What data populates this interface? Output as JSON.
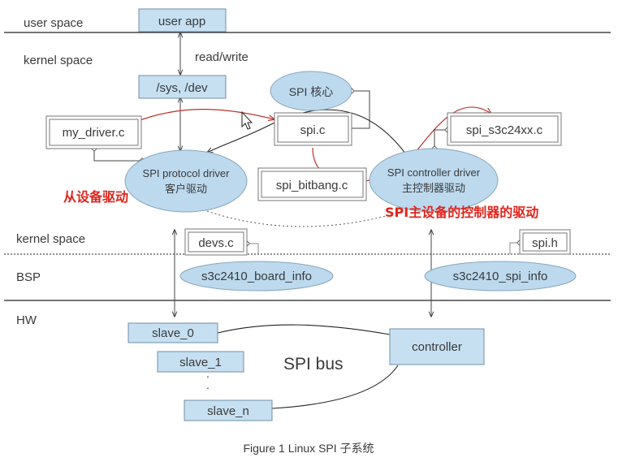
{
  "layers": {
    "user_space": "user space",
    "kernel_space_top": "kernel space",
    "kernel_space_bottom": "kernel space",
    "bsp": "BSP",
    "hw": "HW"
  },
  "nodes": {
    "user_app": "user app",
    "sys_dev": "/sys, /dev",
    "spi_core": "SPI  核心",
    "my_driver": "my_driver.c",
    "spi_c": "spi.c",
    "spi_s3c24xx": "spi_s3c24xx.c",
    "protocol_driver_line1": "SPI protocol driver",
    "protocol_driver_line2": "客户驱动",
    "spi_bitbang": "spi_bitbang.c",
    "controller_driver_line1": "SPI controller driver",
    "controller_driver_line2": "主控制器驱动",
    "devs_c": "devs.c",
    "spi_h": "spi.h",
    "board_info": "s3c2410_board_info",
    "spi_info": "s3c2410_spi_info",
    "slave_0": "slave_0",
    "slave_1": "slave_1",
    "slave_dots": "·\n·",
    "slave_n": "slave_n",
    "controller": "controller",
    "spi_bus": "SPI  bus"
  },
  "annotations": {
    "read_write": "read/write",
    "slave_driver_note": "从设备驱动",
    "master_driver_note": "SPI主设备的控制器的驱动"
  },
  "caption": "Figure 1  Linux SPI  子系统",
  "colors": {
    "box_fill": "#c6e0f2",
    "box_border": "#6f8fa6",
    "ellipse_fill": "#bcd9ee",
    "text": "#3a3a3a",
    "annotation_red": "#e0241b",
    "curve_red": "#b8342a",
    "line": "#444444"
  }
}
